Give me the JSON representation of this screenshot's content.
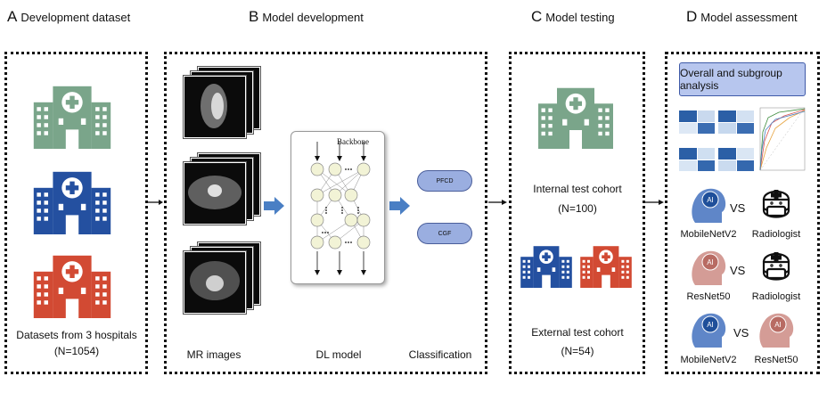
{
  "panels": {
    "a": {
      "letter": "A",
      "title": "Development dataset",
      "caption_line1": "Datasets from 3 hospitals",
      "caption_line2": "(N=1054)"
    },
    "b": {
      "letter": "B",
      "title": "Model development",
      "label_mr": "MR images",
      "label_dl": "DL model",
      "label_class": "Classification",
      "backbone": "Backbone",
      "outputs": [
        "PFCD",
        "CGF"
      ]
    },
    "c": {
      "letter": "C",
      "title": "Model testing",
      "internal": "Internal test cohort",
      "internal_n": "(N=100)",
      "external": "External test cohort",
      "external_n": "(N=54)"
    },
    "d": {
      "letter": "D",
      "title": "Model assessment",
      "callout": "Overall and subgroup analysis",
      "rows": [
        {
          "left": "MobileNetV2",
          "vs": "VS",
          "right": "Radiologist"
        },
        {
          "left": "ResNet50",
          "vs": "VS",
          "right": "Radiologist"
        },
        {
          "left": "MobileNetV2",
          "vs": "VS",
          "right": "ResNet50"
        }
      ],
      "ai_badge": "AI"
    }
  },
  "colors": {
    "green": "#7aa58a",
    "blue": "#2450a0",
    "red": "#d24a33",
    "pill": "#9aaee0",
    "arrow": "#4a7fc4",
    "head_blue": "#5f86c8",
    "head_pink": "#d49c96"
  },
  "icons": [
    "hospital-icon",
    "mri-scan-image",
    "neural-network-diagram",
    "confusion-matrix-image",
    "roc-curve-image",
    "ai-head-icon",
    "doctor-icon"
  ]
}
